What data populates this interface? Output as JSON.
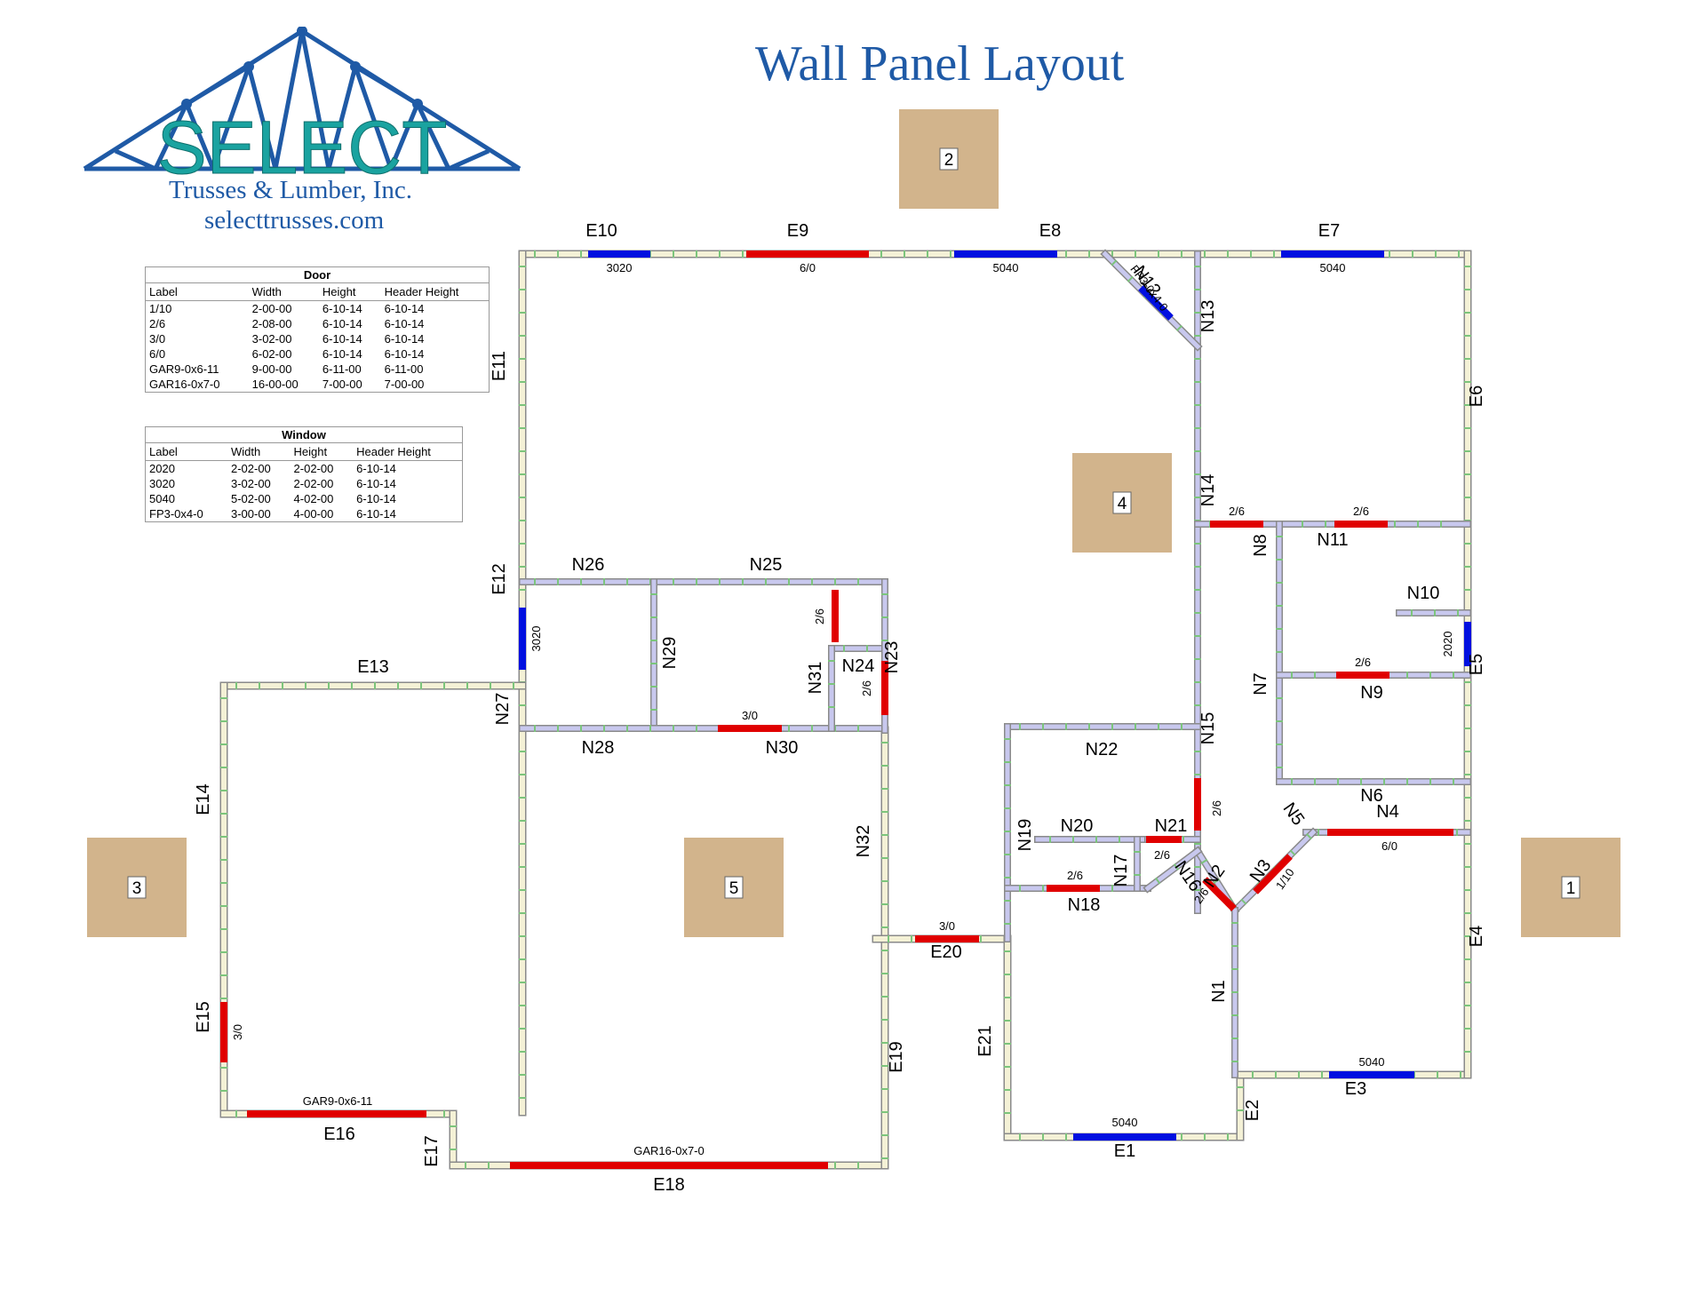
{
  "title": "Wall Panel Layout",
  "logo": {
    "brand": "SELECT",
    "subtitle": "Trusses & Lumber, Inc.",
    "url": "selecttrusses.com"
  },
  "door_schedule": {
    "title": "Door",
    "columns": [
      "Label",
      "Width",
      "Height",
      "Header Height"
    ],
    "rows": [
      [
        "1/10",
        "2-00-00",
        "6-10-14",
        "6-10-14"
      ],
      [
        "2/6",
        "2-08-00",
        "6-10-14",
        "6-10-14"
      ],
      [
        "3/0",
        "3-02-00",
        "6-10-14",
        "6-10-14"
      ],
      [
        "6/0",
        "6-02-00",
        "6-10-14",
        "6-10-14"
      ],
      [
        "GAR9-0x6-11",
        "9-00-00",
        "6-11-00",
        "6-11-00"
      ],
      [
        "GAR16-0x7-0",
        "16-00-00",
        "7-00-00",
        "7-00-00"
      ]
    ]
  },
  "window_schedule": {
    "title": "Window",
    "columns": [
      "Label",
      "Width",
      "Height",
      "Header Height"
    ],
    "rows": [
      [
        "2020",
        "2-02-00",
        "2-02-00",
        "6-10-14"
      ],
      [
        "3020",
        "3-02-00",
        "2-02-00",
        "6-10-14"
      ],
      [
        "5040",
        "5-02-00",
        "4-02-00",
        "6-10-14"
      ],
      [
        "FP3-0x4-0",
        "3-00-00",
        "4-00-00",
        "6-10-14"
      ]
    ]
  },
  "zones": [
    "1",
    "2",
    "3",
    "4",
    "5"
  ],
  "exterior_walls": [
    "E1",
    "E2",
    "E3",
    "E4",
    "E5",
    "E6",
    "E7",
    "E8",
    "E9",
    "E10",
    "E11",
    "E12",
    "E13",
    "E14",
    "E15",
    "E16",
    "E17",
    "E18",
    "E19",
    "E20",
    "E21"
  ],
  "interior_walls": [
    "N1",
    "N2",
    "N3",
    "N4",
    "N5",
    "N6",
    "N7",
    "N8",
    "N9",
    "N10",
    "N11",
    "N12",
    "N13",
    "N14",
    "N15",
    "N16",
    "N17",
    "N18",
    "N19",
    "N20",
    "N21",
    "N22",
    "N23",
    "N24",
    "N25",
    "N26",
    "N27",
    "N28",
    "N29",
    "N30",
    "N31",
    "N32"
  ],
  "openings": [
    "3020",
    "6/0",
    "5040",
    "5040",
    "FP3-0x4-0",
    "2/6",
    "2/6",
    "2020",
    "2/6",
    "6/0",
    "5040",
    "5040",
    "2/6",
    "2/6",
    "1/10",
    "2/6",
    "2/6",
    "3/0",
    "3/0",
    "2/6",
    "2/6",
    "3020",
    "3/0",
    "GAR9-0x6-11",
    "GAR16-0x7-0"
  ],
  "colors": {
    "title": "#1f5aa6",
    "logo_teal": "#1aa3a0",
    "exterior_wall": "#f4f1d6",
    "interior_wall": "#c8c8ee",
    "stud": "#7cc47c",
    "door": "#e00000",
    "window": "#0010e0",
    "zone": "#d2b48c"
  }
}
